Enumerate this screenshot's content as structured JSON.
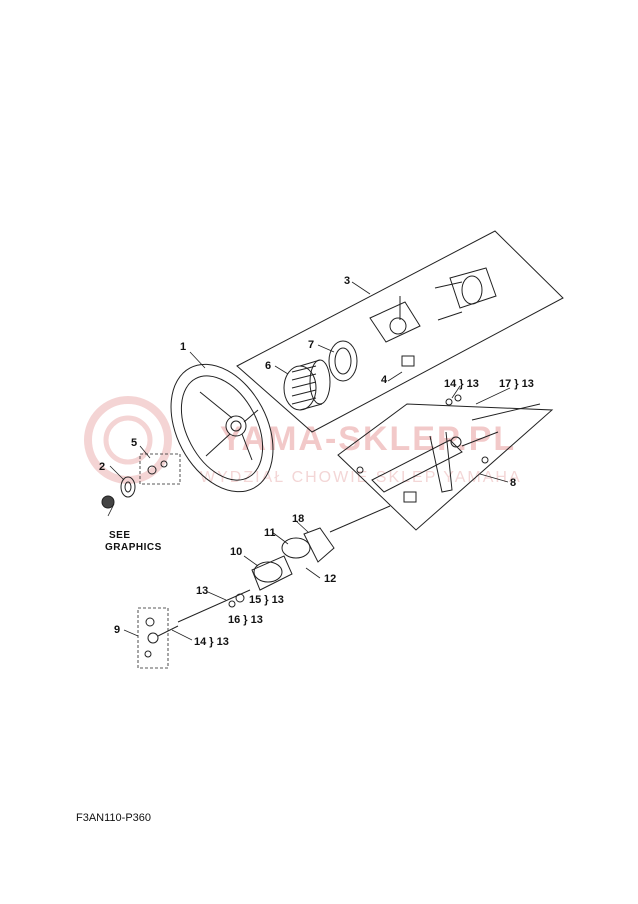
{
  "watermark": {
    "text": "YAMA-SKLEP.PL",
    "subtext": "WYDZIAŁ CHOWIE SKLEP YAMAHA"
  },
  "callouts": {
    "p1": "1",
    "p2": "2",
    "p3": "3",
    "p4": "4",
    "p5": "5",
    "p6": "6",
    "p7": "7",
    "p8": "8",
    "p9": "9",
    "p10": "10",
    "p11": "11",
    "p12": "12",
    "p13": "13",
    "p18": "18",
    "p14_13_top": "14 } 13",
    "p17_13": "17 } 13",
    "p15_13": "15 } 13",
    "p16_13": "16 } 13",
    "p14_13_bottom": "14 } 13"
  },
  "notes": {
    "see": "SEE",
    "graphics": "GRAPHICS"
  },
  "diagram_code": "F3AN110-P360"
}
